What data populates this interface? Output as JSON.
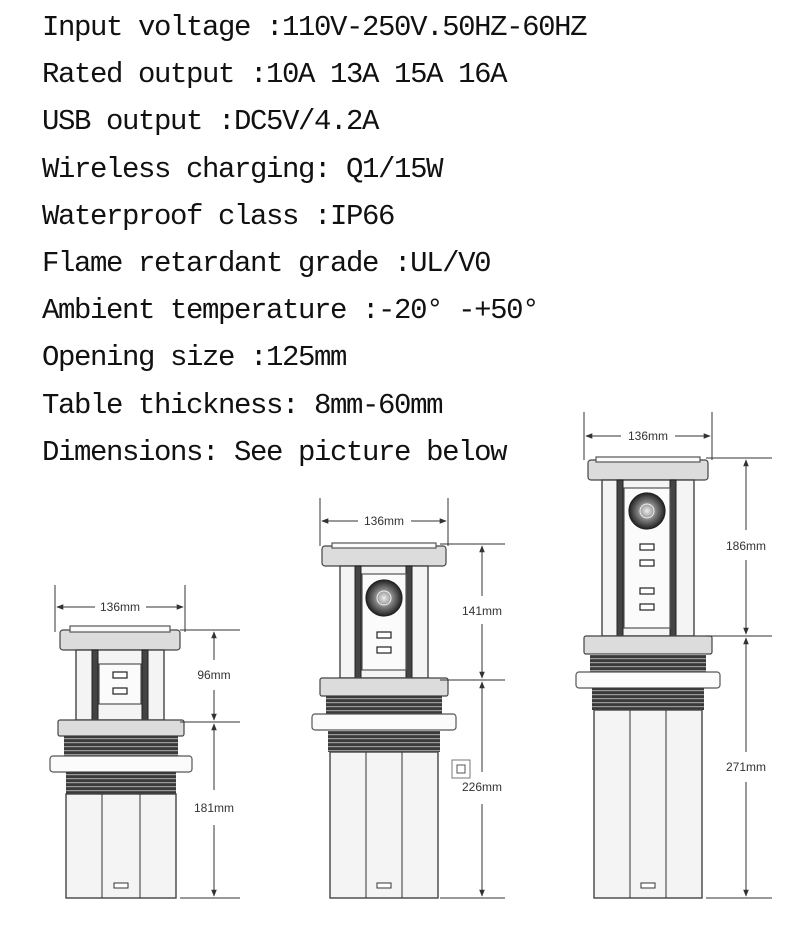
{
  "specs": [
    "Input voltage :110V-250V.50HZ-60HZ",
    "Rated output :10A 13A 15A 16A",
    "USB output :DC5V/4.2A",
    "Wireless charging: Q1/15W",
    "Waterproof class :IP66",
    "Flame retardant grade :UL/V0",
    "Ambient temperature :-20° -+50°",
    "Opening size :125mm",
    "Table thickness: 8mm-60mm",
    "Dimensions: See picture below"
  ],
  "diagrams": {
    "small": {
      "width_label": "136mm",
      "top_label": "96mm",
      "bottom_label": "181mm"
    },
    "medium": {
      "width_label": "136mm",
      "top_label": "141mm",
      "bottom_label": "226mm"
    },
    "large": {
      "width_label": "136mm",
      "top_label": "186mm",
      "bottom_label": "271mm"
    }
  }
}
